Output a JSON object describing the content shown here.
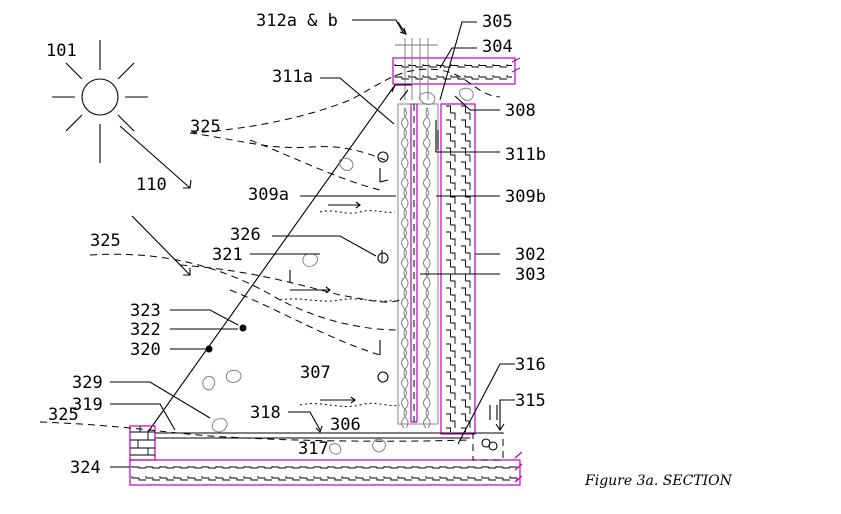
{
  "labels": {
    "sun": "101",
    "sun_ray": "110",
    "tubes": "312a & b",
    "l305": "305",
    "l304": "304",
    "l311a": "311a",
    "l308": "308",
    "l325_top": "325",
    "l311b": "311b",
    "l309a": "309a",
    "l309b": "309b",
    "l326": "326",
    "l325_mid": "325",
    "l302": "302",
    "l321": "321",
    "l303": "303",
    "l323": "323",
    "l322": "322",
    "l320": "320",
    "l316": "316",
    "l307": "307",
    "l329": "329",
    "l315": "315",
    "l319": "319",
    "l318": "318",
    "l325_bot": "325",
    "l306": "306",
    "l317": "317",
    "l324": "324"
  },
  "caption": "Figure 3a. SECTION",
  "colors": {
    "accent": "#c000c0",
    "ink": "#000000",
    "grey": "#777777"
  }
}
